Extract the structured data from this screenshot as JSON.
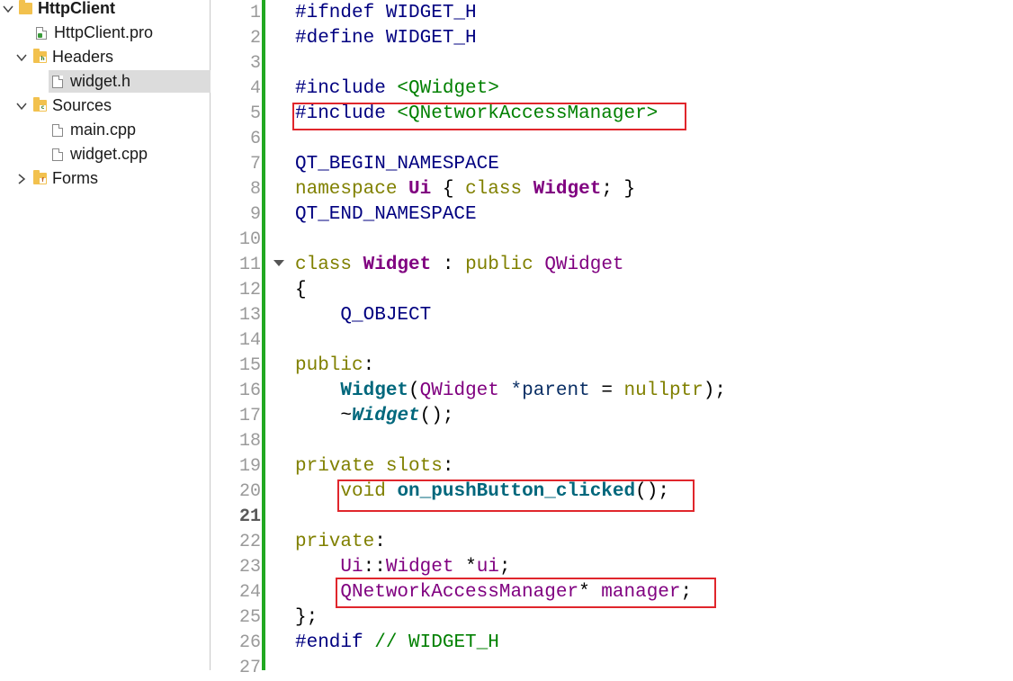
{
  "project_tree": {
    "root": {
      "label": "HttpClient"
    },
    "items": [
      {
        "label": "HttpClient.pro"
      },
      {
        "label": "Headers"
      },
      {
        "label": "widget.h"
      },
      {
        "label": "Sources"
      },
      {
        "label": "main.cpp"
      },
      {
        "label": "widget.cpp"
      },
      {
        "label": "Forms"
      }
    ]
  },
  "editor": {
    "line_numbers": [
      "1",
      "2",
      "3",
      "4",
      "5",
      "6",
      "7",
      "8",
      "9",
      "10",
      "11",
      "12",
      "13",
      "14",
      "15",
      "16",
      "17",
      "18",
      "19",
      "20",
      "21",
      "22",
      "23",
      "24",
      "25",
      "26",
      "27"
    ],
    "current_line": "21",
    "tokens": {
      "l1_a": "#ifndef",
      "l1_b": " WIDGET_H",
      "l2_a": "#define",
      "l2_b": " WIDGET_H",
      "l4_a": "#include",
      "l4_b": " <QWidget>",
      "l5_a": "#include",
      "l5_b": " <QNetworkAccessManager>",
      "l7_a": "QT_BEGIN_NAMESPACE",
      "l8_a": "namespace",
      "l8_b": "Ui",
      "l8_c": "{",
      "l8_d": "class",
      "l8_e": "Widget",
      "l8_f": ";",
      "l8_g": "}",
      "l9_a": "QT_END_NAMESPACE",
      "l11_a": "class",
      "l11_b": "Widget",
      "l11_c": ":",
      "l11_d": "public",
      "l11_e": "QWidget",
      "l12_a": "{",
      "l13_a": "Q_OBJECT",
      "l15_a": "public",
      "l15_b": ":",
      "l16_a": "Widget",
      "l16_b": "(",
      "l16_c": "QWidget",
      "l16_d": "*parent",
      "l16_e": "=",
      "l16_f": "nullptr",
      "l16_g": ");",
      "l17_a": "~",
      "l17_b": "Widget",
      "l17_c": "();",
      "l19_a": "private",
      "l19_b": "slots",
      "l19_c": ":",
      "l20_a": "void",
      "l20_b": "on_pushButton_clicked",
      "l20_c": "();",
      "l22_a": "private",
      "l22_b": ":",
      "l23_a": "Ui",
      "l23_b": "::",
      "l23_c": "Widget",
      "l23_d": "*",
      "l23_e": "ui",
      "l23_f": ";",
      "l24_a": "QNetworkAccessManager",
      "l24_b": "*",
      "l24_c": "manager",
      "l24_d": ";",
      "l25_a": "};",
      "l26_a": "#endif",
      "l26_b": " // WIDGET_H"
    }
  },
  "colors": {
    "highlight_box": "#e0262c",
    "gutter_modified_bar": "#21a821",
    "selection": "#dcdcdc"
  }
}
